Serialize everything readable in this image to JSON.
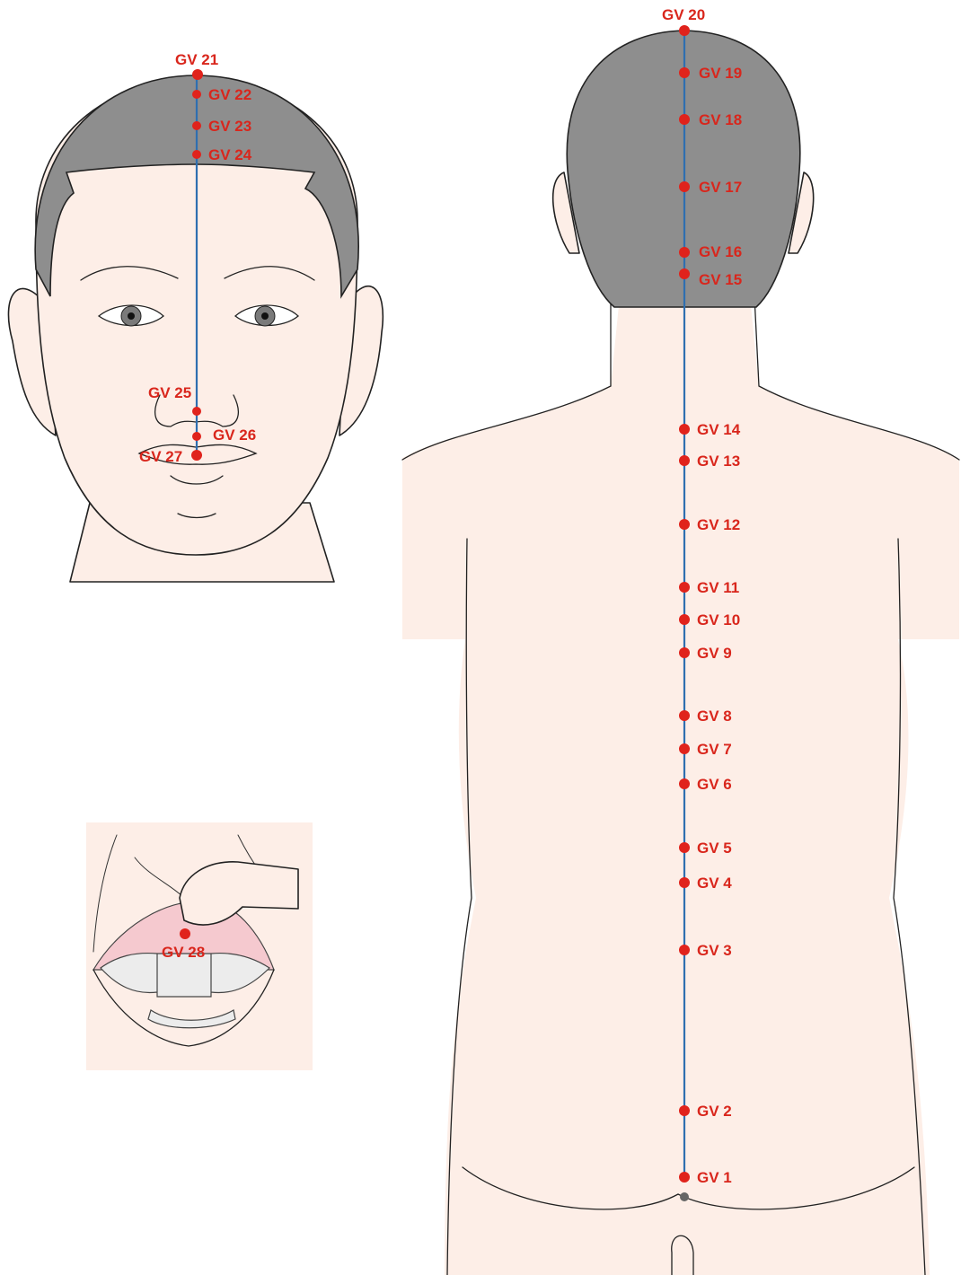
{
  "colors": {
    "skin": "#fdeee7",
    "hair": "#8e8e8e",
    "meridian": "#2f6fb0",
    "point": "#e0231c",
    "label": "#d9261c"
  },
  "face": {
    "points": [
      {
        "label": "GV 21"
      },
      {
        "label": "GV 22"
      },
      {
        "label": "GV 23"
      },
      {
        "label": "GV 24"
      },
      {
        "label": "GV 25"
      },
      {
        "label": "GV 26"
      },
      {
        "label": "GV 27"
      }
    ]
  },
  "mouth": {
    "points": [
      {
        "label": "GV 28"
      }
    ]
  },
  "back": {
    "points": [
      {
        "label": "GV 20"
      },
      {
        "label": "GV 19"
      },
      {
        "label": "GV 18"
      },
      {
        "label": "GV 17"
      },
      {
        "label": "GV 16"
      },
      {
        "label": "GV 15"
      },
      {
        "label": "GV 14"
      },
      {
        "label": "GV 13"
      },
      {
        "label": "GV 12"
      },
      {
        "label": "GV 11"
      },
      {
        "label": "GV 10"
      },
      {
        "label": "GV 9"
      },
      {
        "label": "GV 8"
      },
      {
        "label": "GV 7"
      },
      {
        "label": "GV 6"
      },
      {
        "label": "GV 5"
      },
      {
        "label": "GV 4"
      },
      {
        "label": "GV 3"
      },
      {
        "label": "GV 2"
      },
      {
        "label": "GV 1"
      }
    ]
  }
}
